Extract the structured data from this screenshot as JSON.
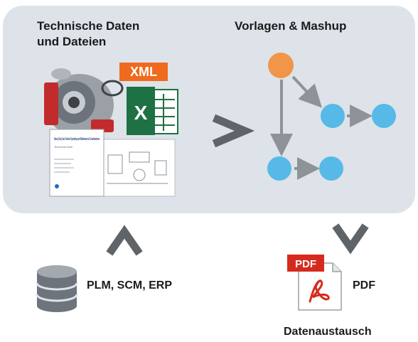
{
  "left_section": {
    "title_line1": "Technische Daten",
    "title_line2": "und Dateien"
  },
  "right_section": {
    "title": "Vorlagen & Mashup"
  },
  "badges": {
    "xml": "XML",
    "excel": "X",
    "pdf": "PDF"
  },
  "document": {
    "heading": "Heavy Duty Gas Turbine Operating and Maintenance Considerations",
    "subtitle": "Technical Note"
  },
  "sources": {
    "label": "PLM, SCM, ERP"
  },
  "outputs": {
    "pdf_label": "PDF",
    "exchange_label": "Datenaustausch"
  },
  "icons": [
    "turbine-image",
    "xml-badge-icon",
    "excel-icon",
    "document-icon",
    "drawing-icon",
    "chevron-right-icon",
    "chevron-up-icon",
    "chevron-down-icon",
    "database-icon",
    "pdf-icon"
  ],
  "colors": {
    "panel": "#dde3e8",
    "node_orange": "#f0954a",
    "node_blue": "#56b9e8",
    "arrow_gray": "#8d9397",
    "chevron": "#5f6468",
    "xml_orange": "#ef6a1e",
    "excel_green": "#1e7145",
    "pdf_red": "#d52b1e"
  }
}
